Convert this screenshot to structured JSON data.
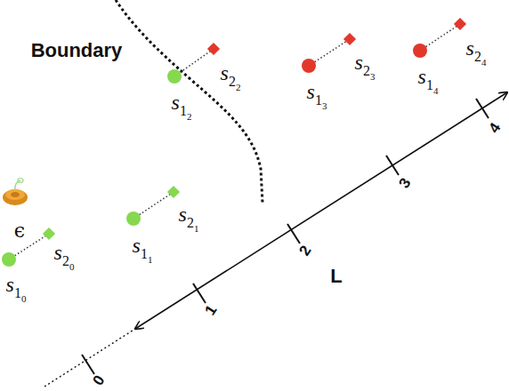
{
  "diagram": {
    "labels": [
      "Boundary",
      "ϵ",
      "s10",
      "s20",
      "s11",
      "s21",
      "s12",
      "s22",
      "s13",
      "s23",
      "s14",
      "s24",
      "L",
      "0",
      "1",
      "2",
      "3",
      "4"
    ]
  }
}
